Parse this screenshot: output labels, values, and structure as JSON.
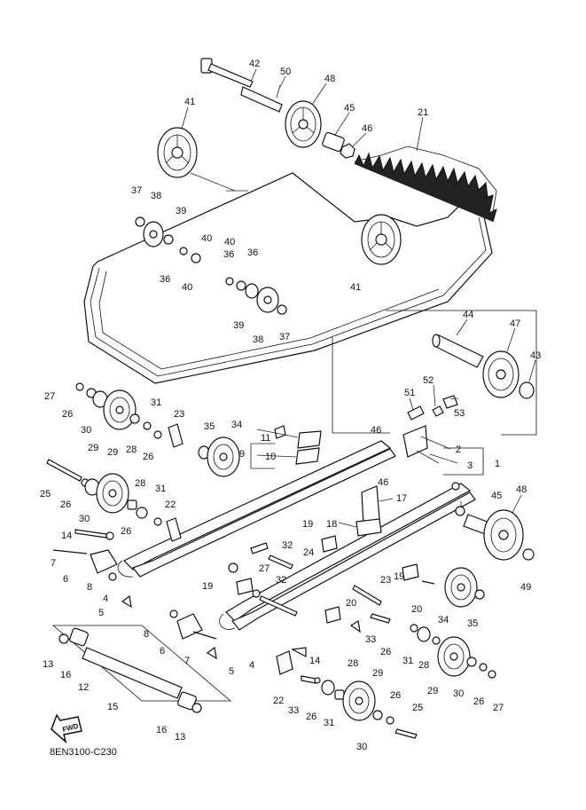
{
  "diagram_code": "8EN3100-C230",
  "fwd_label": "FWD",
  "callouts": [
    "42",
    "50",
    "48",
    "41",
    "45",
    "46",
    "21",
    "37",
    "38",
    "39",
    "40",
    "36",
    "36",
    "40",
    "41",
    "40",
    "36",
    "39",
    "38",
    "37",
    "44",
    "47",
    "43",
    "27",
    "26",
    "30",
    "29",
    "31",
    "28",
    "26",
    "23",
    "35",
    "34",
    "51",
    "52",
    "53",
    "46",
    "11",
    "10",
    "9",
    "2",
    "3",
    "1",
    "25",
    "29",
    "26",
    "30",
    "28",
    "31",
    "22",
    "26",
    "14",
    "32",
    "27",
    "46",
    "17",
    "18",
    "45",
    "48",
    "7",
    "6",
    "8",
    "4",
    "5",
    "19",
    "24",
    "19",
    "32",
    "23",
    "20",
    "20",
    "19",
    "49",
    "34",
    "35",
    "33",
    "6",
    "8",
    "7",
    "5",
    "4",
    "14",
    "13",
    "16",
    "12",
    "15",
    "16",
    "13",
    "22",
    "33",
    "26",
    "28",
    "31",
    "29",
    "30",
    "26",
    "25",
    "31",
    "26",
    "28",
    "29",
    "30",
    "26",
    "27"
  ]
}
